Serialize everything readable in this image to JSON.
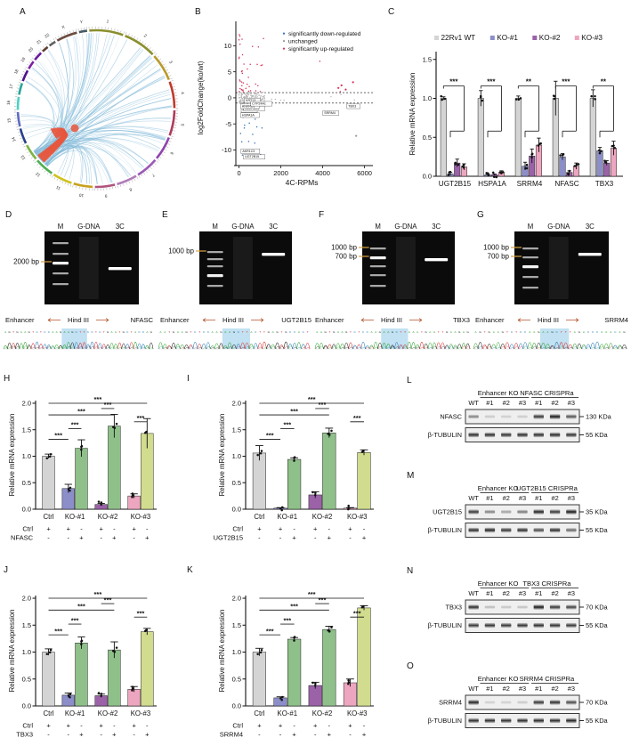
{
  "figure": {
    "panels": [
      "A",
      "B",
      "C",
      "D",
      "E",
      "F",
      "G",
      "H",
      "I",
      "J",
      "K",
      "L",
      "M",
      "N",
      "O"
    ]
  },
  "panelA": {
    "label": "A",
    "type": "circos",
    "chromosomes": [
      "1",
      "2",
      "3",
      "4",
      "5",
      "6",
      "7",
      "8",
      "9",
      "10",
      "11",
      "12",
      "13",
      "14",
      "15",
      "16",
      "17",
      "18",
      "19",
      "20",
      "21",
      "22",
      "X",
      "Y"
    ],
    "chr_colors": [
      "#8a8f2e",
      "#8a8f2e",
      "#b99a2b",
      "#c0392b",
      "#b03a5b",
      "#8e44ad",
      "#9b59b6",
      "#b07bb8",
      "#b0547d",
      "#c8a21e",
      "#cfc21e",
      "#4caf50",
      "#7cb342",
      "#26408b",
      "#5c6bc0",
      "#4dd0c4",
      "#26a69a",
      "#4a148c",
      "#7b1fa2",
      "#6a1b9a",
      "#5d4037",
      "#616161",
      "#6d4c41",
      "#455a64"
    ],
    "link_color_primary": "#7fb8d8",
    "link_color_highlight": "#e8553c"
  },
  "panelB": {
    "label": "B",
    "chart_data": {
      "type": "scatter",
      "title": "",
      "xlabel": "4C-RPMs",
      "ylabel": "log2FoldChange(ko/wt)",
      "xlim": [
        -150,
        6400
      ],
      "ylim": [
        -13,
        14
      ],
      "xticks": [
        0,
        2000,
        4000,
        6000
      ],
      "yticks": [
        -10,
        -5,
        0,
        5,
        10
      ],
      "grid": false,
      "legend_position": "top-right",
      "legend": [
        {
          "label": "significantly down-regulated",
          "color": "#2f6fb5"
        },
        {
          "label": "unchanged",
          "color": "#999999"
        },
        {
          "label": "significantly up-regulated",
          "color": "#d6335a"
        }
      ],
      "hlines": [
        1,
        -1
      ],
      "annotations": [
        {
          "text": "HSPA1A",
          "x": 120,
          "y": -3.6
        },
        {
          "text": "NFASC",
          "x": 150,
          "y": -2.6
        },
        {
          "text": "ALDH3A1",
          "x": 260,
          "y": -2.3
        },
        {
          "text": "ANKRD1",
          "x": 120,
          "y": -1.9
        },
        {
          "text": "KRT13",
          "x": 300,
          "y": -0.8
        },
        {
          "text": "CYP24A1",
          "x": 600,
          "y": -1.4
        },
        {
          "text": "UGT2B15",
          "x": 260,
          "y": -11.6
        },
        {
          "text": "AKR1C3",
          "x": 140,
          "y": -10.5
        },
        {
          "text": "SRRM4",
          "x": 4050,
          "y": -3.2
        },
        {
          "text": "TBX3",
          "x": 5200,
          "y": -1.9
        }
      ]
    }
  },
  "panelC": {
    "label": "C",
    "chart_data": {
      "type": "bar",
      "title": "",
      "ylabel": "Relative mRNA expression",
      "categories": [
        "UGT2B15",
        "HSPA1A",
        "SRRM4",
        "NFASC",
        "TBX3"
      ],
      "yticks": [
        0.0,
        0.5,
        1.0,
        1.5
      ],
      "ylim": [
        0,
        1.6
      ],
      "series": [
        {
          "name": "22Rv1 WT",
          "color": "#d4d4d4",
          "values": [
            1.0,
            1.0,
            1.0,
            1.0,
            1.0
          ],
          "err": [
            0.02,
            0.1,
            0.03,
            0.22,
            0.11
          ]
        },
        {
          "name": "KO-#1",
          "color": "#8b8ec8",
          "values": [
            0.03,
            0.02,
            0.13,
            0.25,
            0.33
          ],
          "err": [
            0.02,
            0.01,
            0.05,
            0.04,
            0.04
          ]
        },
        {
          "name": "KO-#2",
          "color": "#9b62a8",
          "values": [
            0.17,
            0.02,
            0.26,
            0.05,
            0.17
          ],
          "err": [
            0.05,
            0.01,
            0.09,
            0.02,
            0.03
          ]
        },
        {
          "name": "KO-#3",
          "color": "#eda6c0",
          "values": [
            0.12,
            0.05,
            0.4,
            0.13,
            0.36
          ],
          "err": [
            0.04,
            0.02,
            0.09,
            0.04,
            0.09
          ]
        }
      ],
      "significance": [
        "***",
        "***",
        "**",
        "***",
        "**"
      ]
    }
  },
  "panelD": {
    "label": "D",
    "lanes": [
      "M",
      "G-DNA",
      "3C"
    ],
    "markers": [
      "2000 bp"
    ],
    "enhancer_label": "Enhancer",
    "enzyme_label": "Hind III",
    "gene_label": "NFASC",
    "sequence": "AGTGAAGTCTCCAAGAAGCTTCCTCTGAATGCTACCAG"
  },
  "panelE": {
    "label": "E",
    "lanes": [
      "M",
      "G-DNA",
      "3C"
    ],
    "markers": [
      "1000 bp"
    ],
    "enhancer_label": "Enhancer",
    "enzyme_label": "Hind III",
    "gene_label": "UGT2B15",
    "sequence": "AATGAAGTCTCCAAGAAGCTTACTTGAGTGCCACT"
  },
  "panelF": {
    "label": "F",
    "lanes": [
      "M",
      "G-DNA",
      "3C"
    ],
    "markers": [
      "1000 bp",
      "700 bp"
    ],
    "enhancer_label": "Enhancer",
    "enzyme_label": "Hind III",
    "gene_label": "TBX3",
    "sequence": "AAGTGAAGTCTCCAAGAAGCTTAAATGAATTGAAGAG"
  },
  "panelG": {
    "label": "G",
    "lanes": [
      "M",
      "G-DNA",
      "3C"
    ],
    "markers": [
      "1000 bp",
      "700 bp"
    ],
    "enhancer_label": "Enhancer",
    "enzyme_label": "Hind III",
    "gene_label": "SRRM4",
    "sequence": "AGTGAAGTCTCCAAGAAGCTTTAGACCCAAACAG"
  },
  "panelH": {
    "label": "H",
    "chart_data": {
      "type": "bar",
      "ylabel": "Relative mRNA expression",
      "categories": [
        "Ctrl",
        "KO-#1",
        "KO-#2",
        "KO-#3"
      ],
      "yticks": [
        0.0,
        0.5,
        1.0,
        1.5,
        2.0
      ],
      "ylim": [
        0,
        2.05
      ],
      "bars": [
        {
          "group": "Ctrl",
          "label": "Ctrl",
          "value": 1.0,
          "err": 0.04,
          "color": "#d4d4d4"
        },
        {
          "group": "KO-#1",
          "label": "Ctrl",
          "value": 0.39,
          "err": 0.08,
          "color": "#8b8ec8"
        },
        {
          "group": "KO-#1",
          "label": "NFASC",
          "value": 1.15,
          "err": 0.16,
          "color": "#8fc08a"
        },
        {
          "group": "KO-#2",
          "label": "Ctrl",
          "value": 0.09,
          "err": 0.02,
          "color": "#9b62a8"
        },
        {
          "group": "KO-#2",
          "label": "NFASC",
          "value": 1.57,
          "err": 0.22,
          "color": "#8fc08a"
        },
        {
          "group": "KO-#3",
          "label": "Ctrl",
          "value": 0.25,
          "err": 0.04,
          "color": "#eda6c0"
        },
        {
          "group": "KO-#3",
          "label": "NFASC",
          "value": 1.43,
          "err": 0.28,
          "color": "#d2dc8e"
        }
      ],
      "row_labels": [
        "Ctrl",
        "NFASC"
      ],
      "row_ctrl": [
        "+",
        "+",
        "-",
        "+",
        "-",
        "+",
        "-"
      ],
      "row_gene": [
        "-",
        "-",
        "+",
        "-",
        "+",
        "-",
        "+"
      ],
      "significance": "***"
    }
  },
  "panelI": {
    "label": "I",
    "chart_data": {
      "type": "bar",
      "ylabel": "Relative mRNA expression",
      "categories": [
        "Ctrl",
        "KO-#1",
        "KO-#2",
        "KO-#3"
      ],
      "yticks": [
        0.0,
        0.5,
        1.0,
        1.5,
        2.0
      ],
      "ylim": [
        0,
        2.05
      ],
      "bars": [
        {
          "group": "Ctrl",
          "label": "Ctrl",
          "value": 1.06,
          "err": 0.14,
          "color": "#d4d4d4"
        },
        {
          "group": "KO-#1",
          "label": "Ctrl",
          "value": 0.02,
          "err": 0.01,
          "color": "#8b8ec8"
        },
        {
          "group": "KO-#1",
          "label": "UGT2B15",
          "value": 0.94,
          "err": 0.03,
          "color": "#8fc08a"
        },
        {
          "group": "KO-#2",
          "label": "Ctrl",
          "value": 0.27,
          "err": 0.06,
          "color": "#9b62a8"
        },
        {
          "group": "KO-#2",
          "label": "UGT2B15",
          "value": 1.44,
          "err": 0.09,
          "color": "#8fc08a"
        },
        {
          "group": "KO-#3",
          "label": "Ctrl",
          "value": 0.02,
          "err": 0.01,
          "color": "#eda6c0"
        },
        {
          "group": "KO-#3",
          "label": "UGT2B15",
          "value": 1.07,
          "err": 0.05,
          "color": "#d2dc8e"
        }
      ],
      "row_labels": [
        "Ctrl",
        "UGT2B15"
      ],
      "row_ctrl": [
        "+",
        "+",
        "-",
        "+",
        "-",
        "+",
        "-"
      ],
      "row_gene": [
        "-",
        "-",
        "+",
        "-",
        "+",
        "-",
        "+"
      ],
      "significance": "***"
    }
  },
  "panelJ": {
    "label": "J",
    "chart_data": {
      "type": "bar",
      "ylabel": "Relative mRNA expression",
      "categories": [
        "Ctrl",
        "KO-#1",
        "KO-#2",
        "KO-#3"
      ],
      "yticks": [
        0.0,
        0.5,
        1.0,
        1.5,
        2.0
      ],
      "ylim": [
        0,
        2.05
      ],
      "bars": [
        {
          "group": "Ctrl",
          "label": "Ctrl",
          "value": 1.0,
          "err": 0.06,
          "color": "#d4d4d4"
        },
        {
          "group": "KO-#1",
          "label": "Ctrl",
          "value": 0.2,
          "err": 0.04,
          "color": "#8b8ec8"
        },
        {
          "group": "KO-#1",
          "label": "TBX3",
          "value": 1.17,
          "err": 0.11,
          "color": "#8fc08a"
        },
        {
          "group": "KO-#2",
          "label": "Ctrl",
          "value": 0.19,
          "err": 0.03,
          "color": "#9b62a8"
        },
        {
          "group": "KO-#2",
          "label": "TBX3",
          "value": 1.04,
          "err": 0.15,
          "color": "#8fc08a"
        },
        {
          "group": "KO-#3",
          "label": "Ctrl",
          "value": 0.31,
          "err": 0.05,
          "color": "#eda6c0"
        },
        {
          "group": "KO-#3",
          "label": "TBX3",
          "value": 1.38,
          "err": 0.06,
          "color": "#d2dc8e"
        }
      ],
      "row_labels": [
        "Ctrl",
        "TBX3"
      ],
      "row_ctrl": [
        "+",
        "+",
        "-",
        "+",
        "-",
        "+",
        "-"
      ],
      "row_gene": [
        "-",
        "-",
        "+",
        "-",
        "+",
        "-",
        "+"
      ],
      "significance": "***"
    }
  },
  "panelK": {
    "label": "K",
    "chart_data": {
      "type": "bar",
      "ylabel": "Relative mRNA expression",
      "categories": [
        "Ctrl",
        "KO-#1",
        "KO-#2",
        "KO-#3"
      ],
      "yticks": [
        0.0,
        0.5,
        1.0,
        1.5,
        2.0
      ],
      "ylim": [
        0,
        2.05
      ],
      "bars": [
        {
          "group": "Ctrl",
          "label": "Ctrl",
          "value": 1.0,
          "err": 0.07,
          "color": "#d4d4d4"
        },
        {
          "group": "KO-#1",
          "label": "Ctrl",
          "value": 0.15,
          "err": 0.02,
          "color": "#8b8ec8"
        },
        {
          "group": "KO-#1",
          "label": "SRRM4",
          "value": 1.24,
          "err": 0.03,
          "color": "#8fc08a"
        },
        {
          "group": "KO-#2",
          "label": "Ctrl",
          "value": 0.38,
          "err": 0.06,
          "color": "#9b62a8"
        },
        {
          "group": "KO-#2",
          "label": "SRRM4",
          "value": 1.42,
          "err": 0.06,
          "color": "#8fc08a"
        },
        {
          "group": "KO-#3",
          "label": "Ctrl",
          "value": 0.43,
          "err": 0.07,
          "color": "#eda6c0"
        },
        {
          "group": "KO-#3",
          "label": "SRRM4",
          "value": 1.82,
          "err": 0.04,
          "color": "#d2dc8e"
        }
      ],
      "row_labels": [
        "Ctrl",
        "SRRM4"
      ],
      "row_ctrl": [
        "+",
        "+",
        "-",
        "+",
        "-",
        "+",
        "-"
      ],
      "row_gene": [
        "-",
        "-",
        "+",
        "-",
        "+",
        "-",
        "+"
      ],
      "significance": "***"
    }
  },
  "panelL": {
    "label": "L",
    "group1": "Enhancer KO",
    "group2": "NFASC CRISPRa",
    "lanes": [
      "WT",
      "#1",
      "#2",
      "#3",
      "#1",
      "#2",
      "#3"
    ],
    "blots": [
      {
        "name": "NFASC",
        "kda": "130 KDa",
        "intensity": [
          0.45,
          0.08,
          0.06,
          0.07,
          0.85,
          1.0,
          0.7
        ]
      },
      {
        "name": "β-TUBULIN",
        "kda": "55 KDa",
        "intensity": [
          0.9,
          0.9,
          0.88,
          0.9,
          0.9,
          0.92,
          0.88
        ]
      }
    ]
  },
  "panelM": {
    "label": "M",
    "group1": "Enhancer KO",
    "group2": "UGT2B15 CRISPRa",
    "lanes": [
      "WT",
      "#1",
      "#2",
      "#3",
      "#1",
      "#2",
      "#3"
    ],
    "blots": [
      {
        "name": "UGT2B15",
        "kda": "35 KDa",
        "intensity": [
          0.85,
          0.45,
          0.3,
          0.5,
          0.95,
          0.85,
          1.0
        ]
      },
      {
        "name": "β-TUBULIN",
        "kda": "55 KDa",
        "intensity": [
          0.9,
          0.95,
          0.85,
          0.9,
          0.75,
          0.9,
          0.6
        ]
      }
    ]
  },
  "panelN": {
    "label": "N",
    "group1": "Enhancer KO",
    "group2": "TBX3 CRISPRa",
    "lanes": [
      "WT",
      "#1",
      "#2",
      "#3",
      "#1",
      "#2",
      "#3"
    ],
    "blots": [
      {
        "name": "TBX3",
        "kda": "70 KDa",
        "intensity": [
          0.9,
          0.15,
          0.1,
          0.12,
          1.0,
          0.85,
          0.8
        ]
      },
      {
        "name": "β-TUBULIN",
        "kda": "55 KDa",
        "intensity": [
          0.85,
          0.88,
          0.85,
          0.88,
          0.9,
          0.88,
          0.85
        ]
      }
    ]
  },
  "panelO": {
    "label": "O",
    "group1": "Enhancer KO",
    "group2": "SRRM4 CRISPRa",
    "lanes": [
      "WT",
      "#1",
      "#2",
      "#3",
      "#1",
      "#2",
      "#3"
    ],
    "blots": [
      {
        "name": "SRRM4",
        "kda": "70 KDa",
        "intensity": [
          0.95,
          0.05,
          0.04,
          0.08,
          0.85,
          0.9,
          0.75
        ]
      },
      {
        "name": "β-TUBULIN",
        "kda": "55 KDa",
        "intensity": [
          0.9,
          0.9,
          0.88,
          0.9,
          0.92,
          0.9,
          0.95
        ]
      }
    ]
  }
}
